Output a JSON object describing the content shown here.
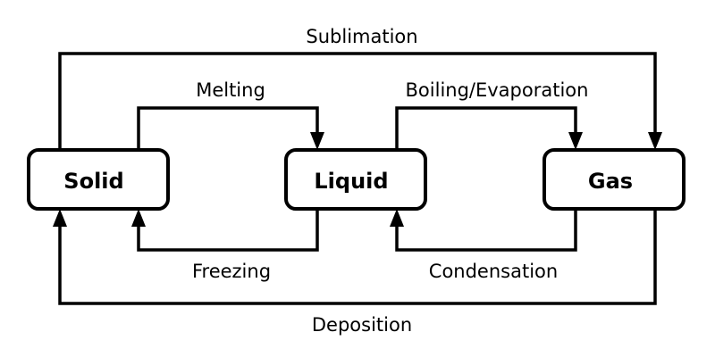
{
  "nodes": {
    "solid": {
      "label": "Solid"
    },
    "liquid": {
      "label": "Liquid"
    },
    "gas": {
      "label": "Gas"
    }
  },
  "edges": {
    "sublimation": {
      "label": "Sublimation",
      "from": "Solid",
      "to": "Gas"
    },
    "melting": {
      "label": "Melting",
      "from": "Solid",
      "to": "Liquid"
    },
    "boiling": {
      "label": "Boiling/Evaporation",
      "from": "Liquid",
      "to": "Gas"
    },
    "freezing": {
      "label": "Freezing",
      "from": "Liquid",
      "to": "Solid"
    },
    "condensation": {
      "label": "Condensation",
      "from": "Gas",
      "to": "Liquid"
    },
    "deposition": {
      "label": "Deposition",
      "from": "Gas",
      "to": "Solid"
    }
  }
}
